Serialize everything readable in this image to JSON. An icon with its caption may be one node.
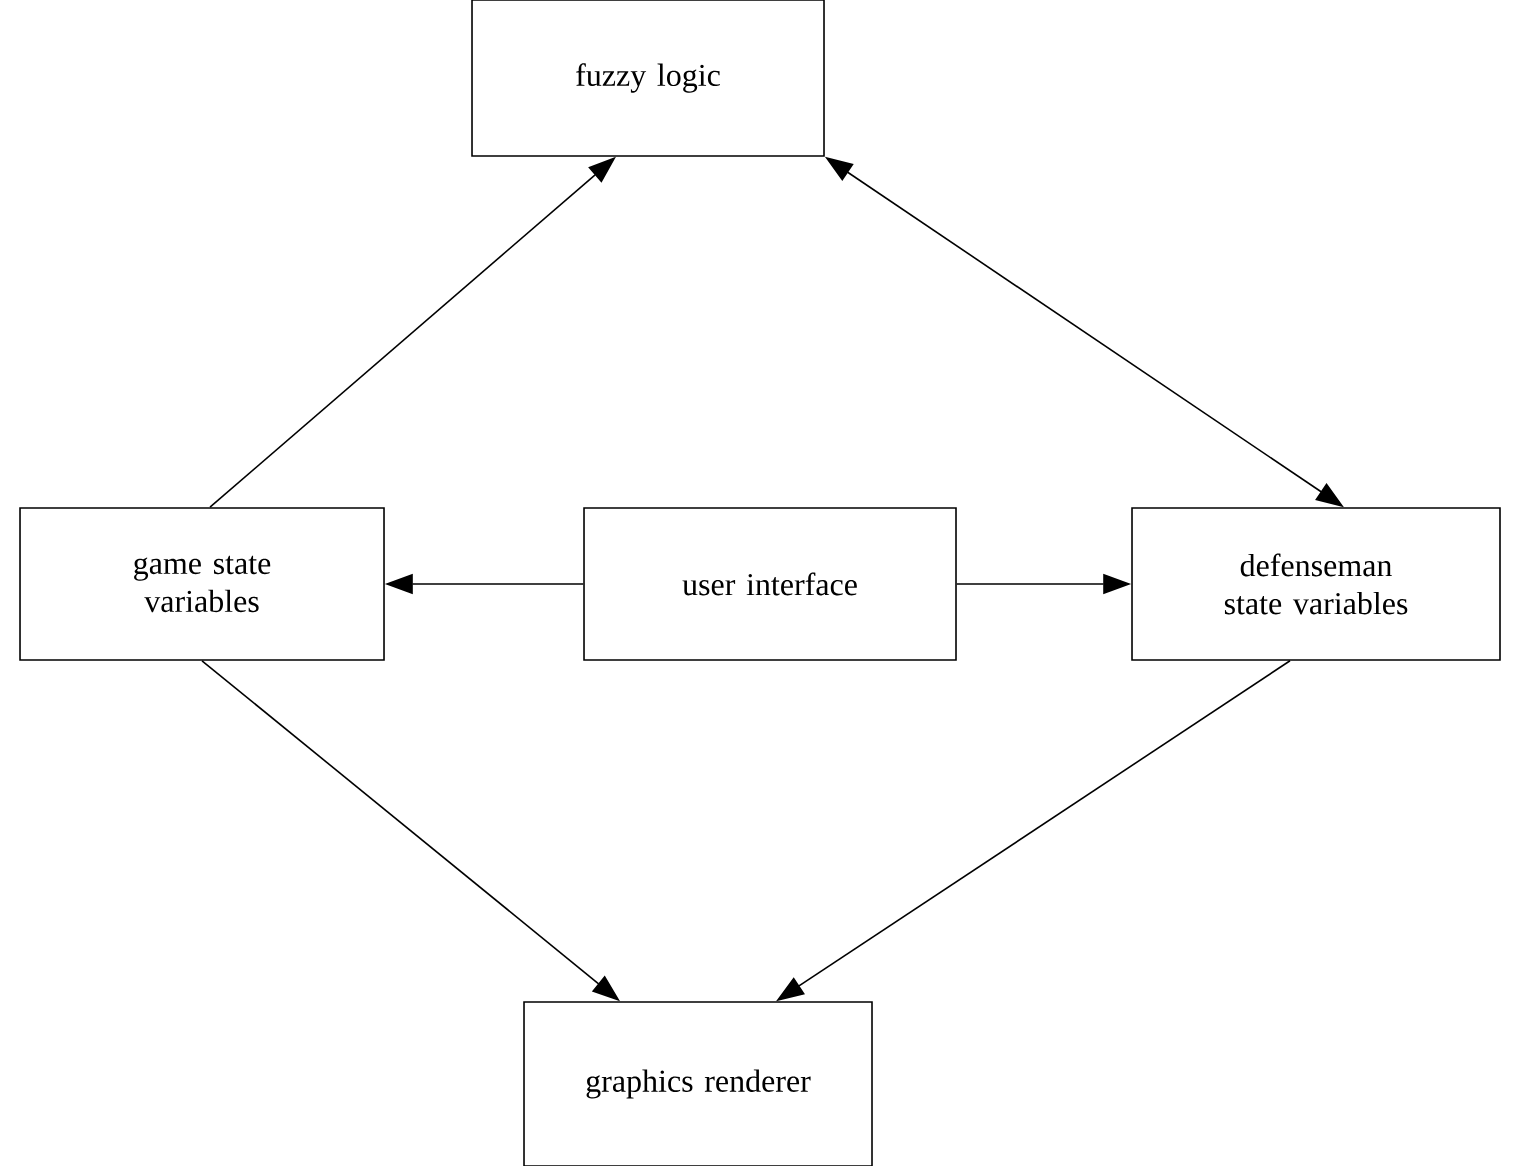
{
  "diagram": {
    "nodes": [
      {
        "text": [
          "fuzzy logic"
        ]
      },
      {
        "text": [
          "game state variables"
        ]
      },
      {
        "text": [
          "user interface"
        ]
      },
      {
        "text": [
          "defenseman state variables"
        ]
      },
      {
        "text": [
          "graphics renderer"
        ]
      }
    ],
    "edges": [
      {
        "from": 1,
        "to": 0,
        "arrow": "to"
      },
      {
        "from": 0,
        "to": 3,
        "arrow": "both"
      },
      {
        "from": 2,
        "to": 1,
        "arrow": "to"
      },
      {
        "from": 2,
        "to": 3,
        "arrow": "to"
      },
      {
        "from": 1,
        "to": 4,
        "arrow": "to"
      },
      {
        "from": 3,
        "to": 4,
        "arrow": "to"
      }
    ]
  }
}
